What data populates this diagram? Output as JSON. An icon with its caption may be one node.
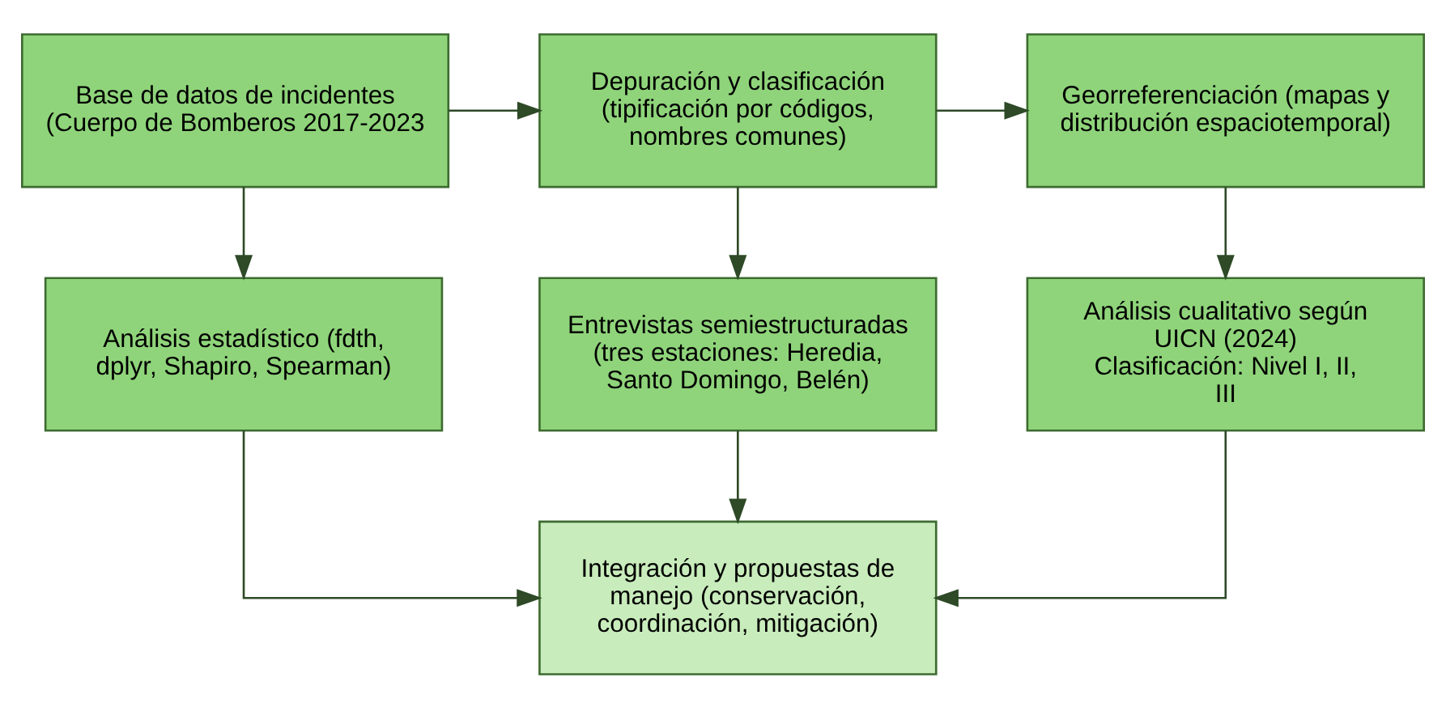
{
  "diagram": {
    "nodes": [
      {
        "text": [
          "Base de datos de incidentes (Cuerpo de Bomberos 2017-2023"
        ]
      },
      {
        "text": [
          "Depuración y clasificación (tipificación por códigos, nombres comunes)"
        ]
      },
      {
        "text": [
          "Georreferenciación (mapas y distribución espaciotemporal)"
        ]
      },
      {
        "text": [
          "Análisis estadístico (fdth, dplyr, Shapiro, Spearman)"
        ]
      },
      {
        "text": [
          "Entrevistas semiestructuradas (tres estaciones: Heredia, Santo Domingo, Belén)"
        ]
      },
      {
        "text": [
          "Análisis cualitativo según UICN (2024)",
          "Clasificación: Nivel I, II, III"
        ]
      },
      {
        "text": [
          "Integración y propuestas de manejo (conservación, coordinación, mitigación)"
        ]
      }
    ],
    "edges": [
      {
        "from": 0,
        "to": 1,
        "arrow": "to"
      },
      {
        "from": 1,
        "to": 2,
        "arrow": "to"
      },
      {
        "from": 0,
        "to": 3,
        "arrow": "to"
      },
      {
        "from": 1,
        "to": 4,
        "arrow": "to"
      },
      {
        "from": 2,
        "to": 5,
        "arrow": "to"
      },
      {
        "from": 3,
        "to": 6,
        "arrow": "to"
      },
      {
        "from": 4,
        "to": 6,
        "arrow": "to"
      },
      {
        "from": 5,
        "to": 6,
        "arrow": "to"
      }
    ]
  }
}
